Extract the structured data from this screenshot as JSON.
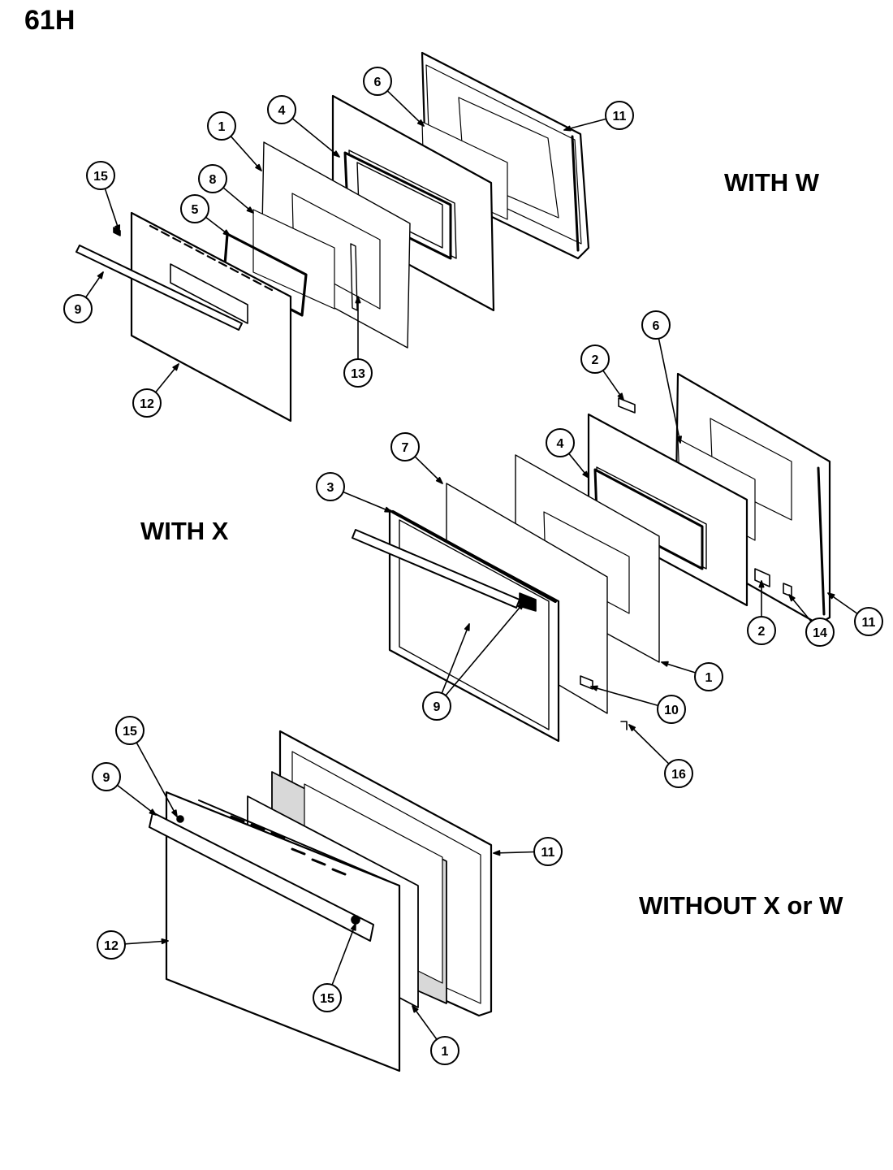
{
  "page_id": "61H",
  "variants": {
    "with_w": "WITH W",
    "with_x": "WITH X",
    "without": "WITHOUT X or W"
  },
  "callouts": {
    "w": [
      "15",
      "1",
      "4",
      "6",
      "11",
      "8",
      "5",
      "9",
      "13",
      "12"
    ],
    "x": [
      "2",
      "6",
      "7",
      "4",
      "3",
      "2",
      "14",
      "11",
      "1",
      "9",
      "10",
      "16"
    ],
    "n": [
      "15",
      "9",
      "11",
      "12",
      "15",
      "1"
    ]
  }
}
